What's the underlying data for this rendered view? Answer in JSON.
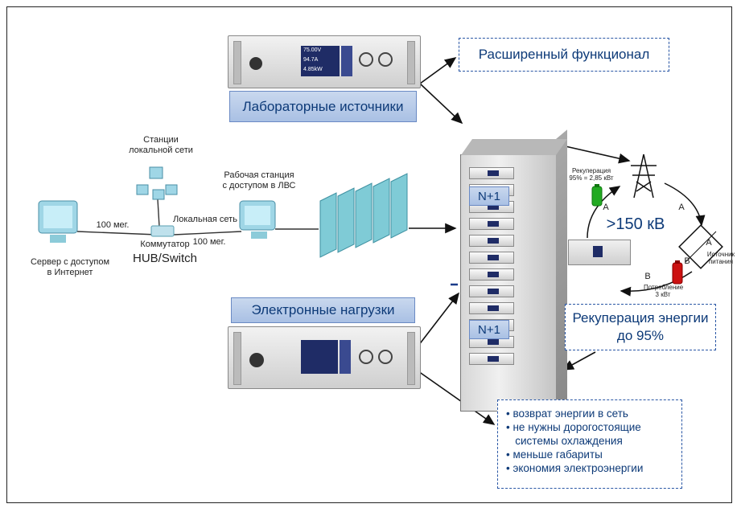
{
  "colors": {
    "accent": "#2a57a5",
    "text": "#0d3a78",
    "label_bg": "#b5c8e8",
    "red_battery": "#cc1111",
    "green_battery": "#22aa22"
  },
  "boxes": {
    "ext_functional": "Расширенный функционал",
    "lab_sources": "Лабораторные источники",
    "electronic_loads": "Электронные нагрузки",
    "recuperation": "Рекуперация энергии\nдо 95%"
  },
  "network": {
    "server": "Сервер с доступом\nв Интернет",
    "hub_title": "Коммутатор",
    "hub_name": "HUB/Switch",
    "lan_stations": "Станции\nлокальной сети",
    "workstation": "Рабочая станция\nс доступом в ЛВС",
    "lan": "Локальная сеть",
    "speed_left": "100 мег.",
    "speed_right": "100 мег."
  },
  "rack": {
    "slot_top": "N+1",
    "slot_bottom": "N+1"
  },
  "cycle": {
    "voltage": ">150 кВ",
    "recup_top": "Рекуперация\n95% = 2,85 кВт",
    "source": "Источник\nпитания",
    "consumption": "Потребление\n3 кВт",
    "a1": "A",
    "a2": "A",
    "a3": "A",
    "b1": "B",
    "b2": "B"
  },
  "benefits": [
    "• возврат энергии в сеть",
    "• не нужны дорогостоящие",
    "   системы охлаждения",
    "• меньше габариты",
    "• экономия электроэнергии"
  ],
  "devices": {
    "top_display": [
      "75.00V",
      "94.7A",
      "4.85kW"
    ],
    "bottom_display": [
      "",
      "",
      ""
    ]
  }
}
